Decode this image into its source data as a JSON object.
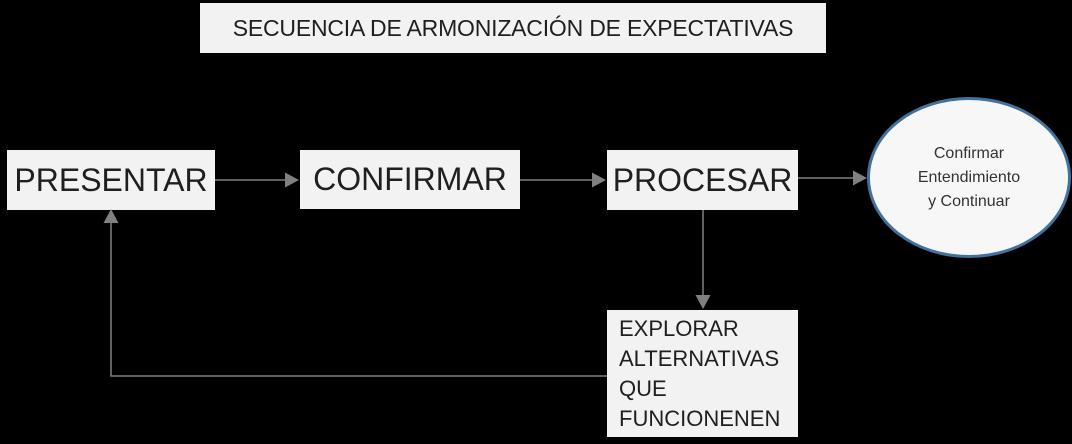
{
  "title": "SECUENCIA DE ARMONIZACIÓN DE EXPECTATIVAS",
  "nodes": {
    "presentar": {
      "label": "PRESENTAR"
    },
    "confirmar": {
      "label": "CONFIRMAR"
    },
    "procesar": {
      "label": "PROCESAR"
    },
    "explorar": {
      "lines": [
        "EXPLORAR",
        "ALTERNATIVAS",
        "QUE",
        "FUNCIONENEN"
      ]
    },
    "resultado": {
      "lines": [
        "Confirmar",
        "Entendimiento",
        "y Continuar"
      ]
    }
  },
  "connectors": [
    {
      "from": "presentar",
      "to": "confirmar",
      "style": "arrow-right"
    },
    {
      "from": "confirmar",
      "to": "procesar",
      "style": "arrow-right"
    },
    {
      "from": "procesar",
      "to": "resultado",
      "style": "arrow-right"
    },
    {
      "from": "procesar",
      "to": "explorar",
      "style": "arrow-down"
    },
    {
      "from": "explorar",
      "to": "presentar",
      "style": "elbow-arrow-up"
    }
  ],
  "colors": {
    "background": "#000000",
    "node_fill": "#f2f2f2",
    "node_text": "#1f1f1f",
    "connector": "#808080",
    "ellipse_stroke": "#41719c",
    "ellipse_fill": "#f7f7f7",
    "ellipse_text": "#333333"
  }
}
